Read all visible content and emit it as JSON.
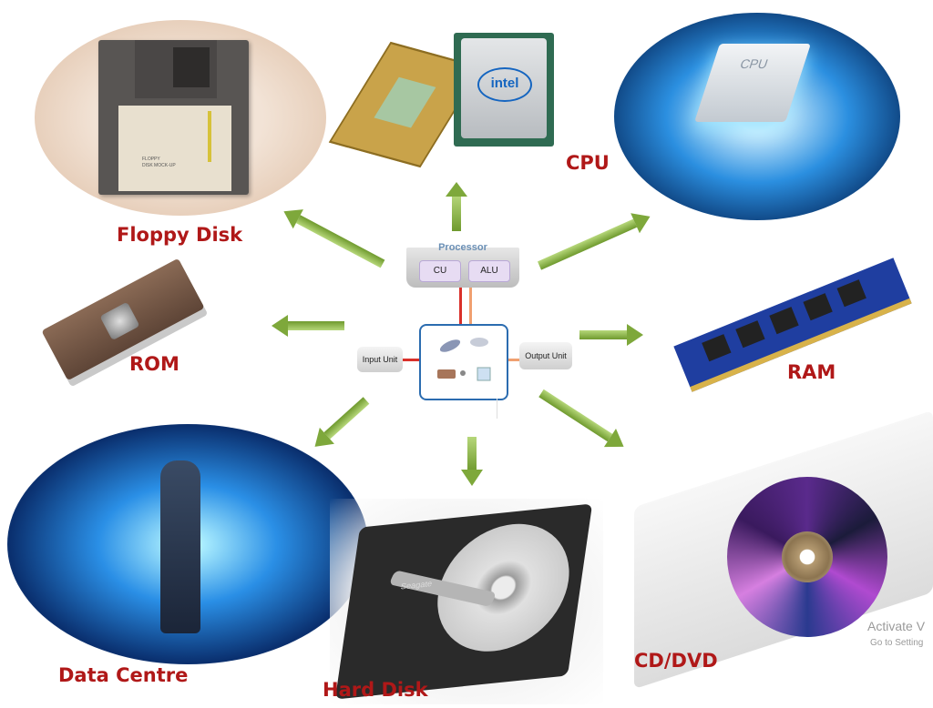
{
  "labels": {
    "floppy": "Floppy Disk",
    "cpu": "CPU",
    "rom": "ROM",
    "ram": "RAM",
    "data_centre": "Data Centre",
    "hard_disk": "Hard Disk",
    "cd_dvd": "CD/DVD"
  },
  "center": {
    "processor": "Processor",
    "cu": "CU",
    "alu": "ALU",
    "input_unit": "Input Unit",
    "output_unit": "Output Unit"
  },
  "floppy_text": {
    "line1": "FLOPPY",
    "line2": "DISK MOCK-UP"
  },
  "cpu_chip": {
    "brand": "intel",
    "glow_chip": "CPU"
  },
  "hdd_brand": "Seagate",
  "watermark": {
    "line1": "Activate V",
    "line2": "Go to Setting"
  },
  "colors": {
    "label_red": "#b01818",
    "arrow_green": "#8db84a",
    "center_border": "#2b6cb0"
  }
}
